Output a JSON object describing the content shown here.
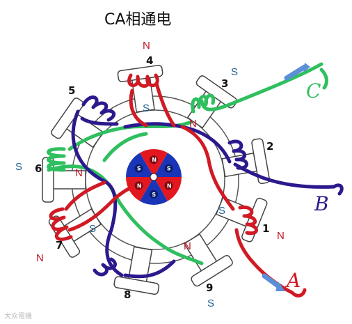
{
  "title": "CA相通电",
  "teeth": [
    {
      "num": "1"
    },
    {
      "num": "2"
    },
    {
      "num": "3"
    },
    {
      "num": "4"
    },
    {
      "num": "5"
    },
    {
      "num": "6"
    },
    {
      "num": "7"
    },
    {
      "num": "8"
    },
    {
      "num": "9"
    }
  ],
  "pole_labels": {
    "n_letter": "N",
    "s_letter": "S"
  },
  "terminals": {
    "a": "A",
    "b": "B",
    "c": "C"
  },
  "colors": {
    "phase_a": "#d01a24",
    "phase_b": "#2b1a8e",
    "phase_c": "#2fbf5f",
    "rotor_red": "#e3171f",
    "rotor_blue": "#1a35b8",
    "arrow": "#5b8fd8",
    "pole_n": "#c0111f",
    "pole_s": "#1f5f8f"
  },
  "watermark": "大众電機"
}
